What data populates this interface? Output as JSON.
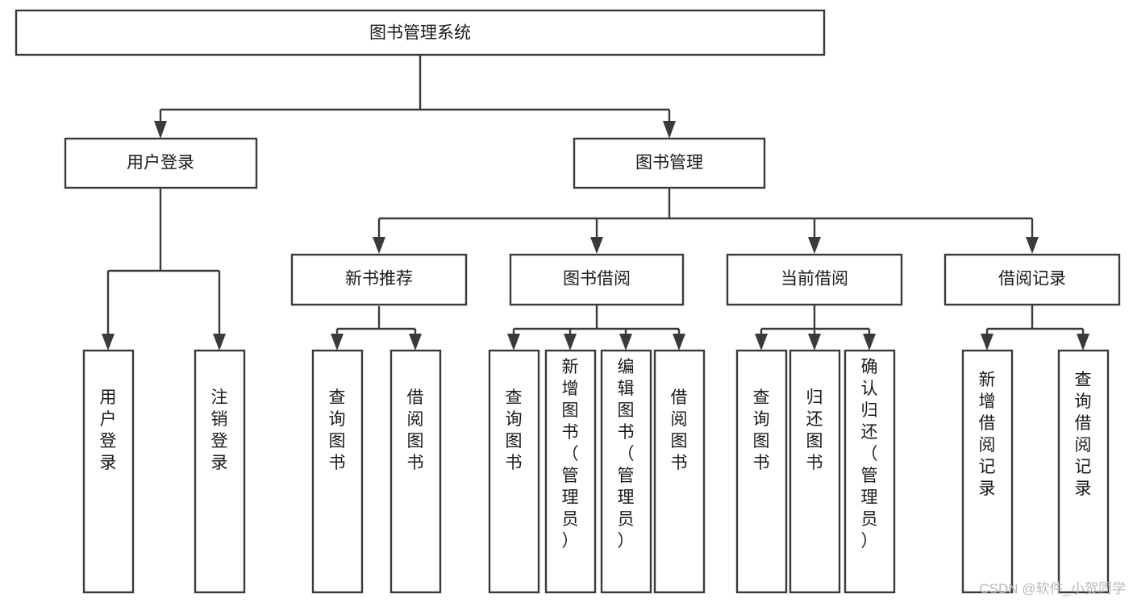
{
  "diagram": {
    "type": "tree-hierarchy-functional-decomposition",
    "title_node": {
      "label": "图书管理系统",
      "level": 0
    },
    "level1": [
      {
        "id": "user-login",
        "label": "用户登录"
      },
      {
        "id": "book-management",
        "label": "图书管理"
      }
    ],
    "level2": [
      {
        "id": "new-book-recommend",
        "label": "新书推荐",
        "parent": "book-management"
      },
      {
        "id": "book-borrow",
        "label": "图书借阅",
        "parent": "book-management"
      },
      {
        "id": "current-borrow",
        "label": "当前借阅",
        "parent": "book-management"
      },
      {
        "id": "borrow-record",
        "label": "借阅记录",
        "parent": "book-management"
      }
    ],
    "leaves": {
      "user-login": [
        {
          "id": "leaf-user-login",
          "label": "用户登录"
        },
        {
          "id": "leaf-logout-login",
          "label": "注销登录"
        }
      ],
      "new-book-recommend": [
        {
          "id": "leaf-query-book-1",
          "label": "查询图书"
        },
        {
          "id": "leaf-borrow-book-1",
          "label": "借阅图书"
        }
      ],
      "book-borrow": [
        {
          "id": "leaf-query-book-2",
          "label": "查询图书"
        },
        {
          "id": "leaf-add-book",
          "label": "新增图书（管理员）"
        },
        {
          "id": "leaf-edit-book",
          "label": "编辑图书（管理员）"
        },
        {
          "id": "leaf-borrow-book-2",
          "label": "借阅图书"
        }
      ],
      "current-borrow": [
        {
          "id": "leaf-query-book-3",
          "label": "查询图书"
        },
        {
          "id": "leaf-return-book",
          "label": "归还图书"
        },
        {
          "id": "leaf-confirm-return",
          "label": "确认归还（管理员）"
        }
      ],
      "borrow-record": [
        {
          "id": "leaf-add-record",
          "label": "新增借阅记录"
        },
        {
          "id": "leaf-query-record",
          "label": "查询借阅记录"
        }
      ]
    }
  },
  "watermark": {
    "text": "CSDN @软件_小贺同学"
  },
  "colors": {
    "box_stroke": "#3a3a3a",
    "box_fill": "#ffffff",
    "text": "#1a1a1a",
    "connector": "#3a3a3a",
    "watermark": "#b9b9b9",
    "background": "#ffffff"
  }
}
